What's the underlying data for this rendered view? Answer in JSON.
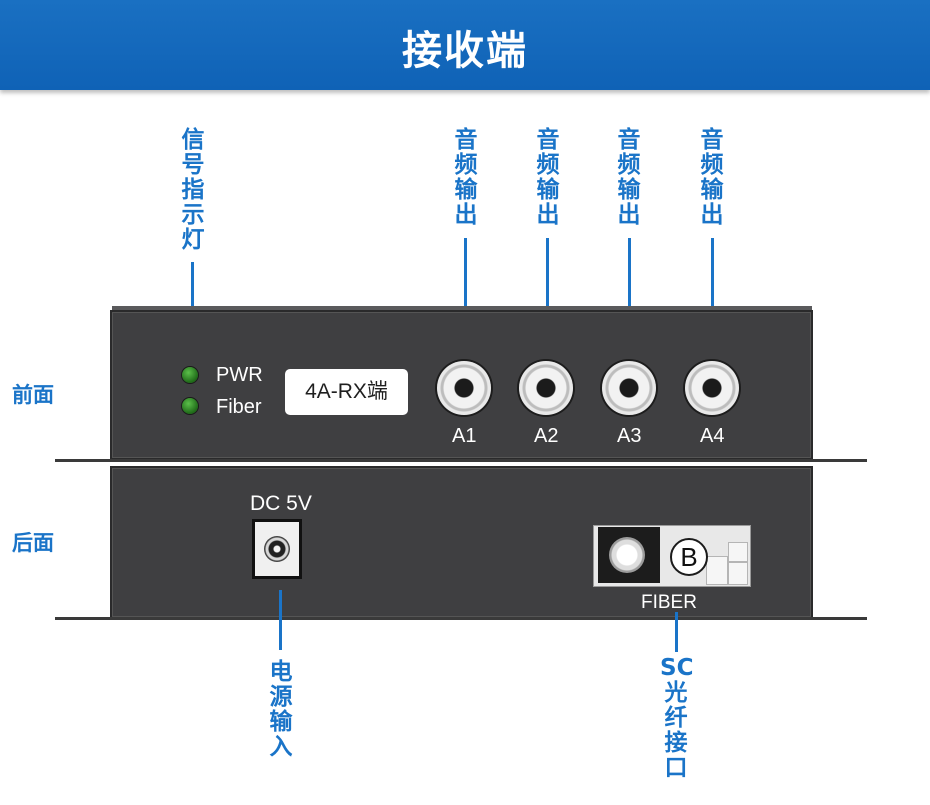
{
  "header": {
    "title": "接收端"
  },
  "annotations": {
    "signal_indicator": "信号指示灯",
    "audio_output": "音频输出",
    "power_input": "电源输入",
    "sc_port": "SC光纤接口"
  },
  "sides": {
    "front": "前面",
    "back": "后面"
  },
  "front_panel": {
    "led_pwr": "PWR",
    "led_fiber": "Fiber",
    "model": "4A-RX端",
    "ports": [
      "A1",
      "A2",
      "A3",
      "A4"
    ]
  },
  "back_panel": {
    "dc_label": "DC 5V",
    "fiber_badge": "B",
    "fiber_label": "FIBER"
  },
  "colors": {
    "accent": "#1a74c8",
    "header": "#1268bc",
    "device": "#3f3f41"
  }
}
